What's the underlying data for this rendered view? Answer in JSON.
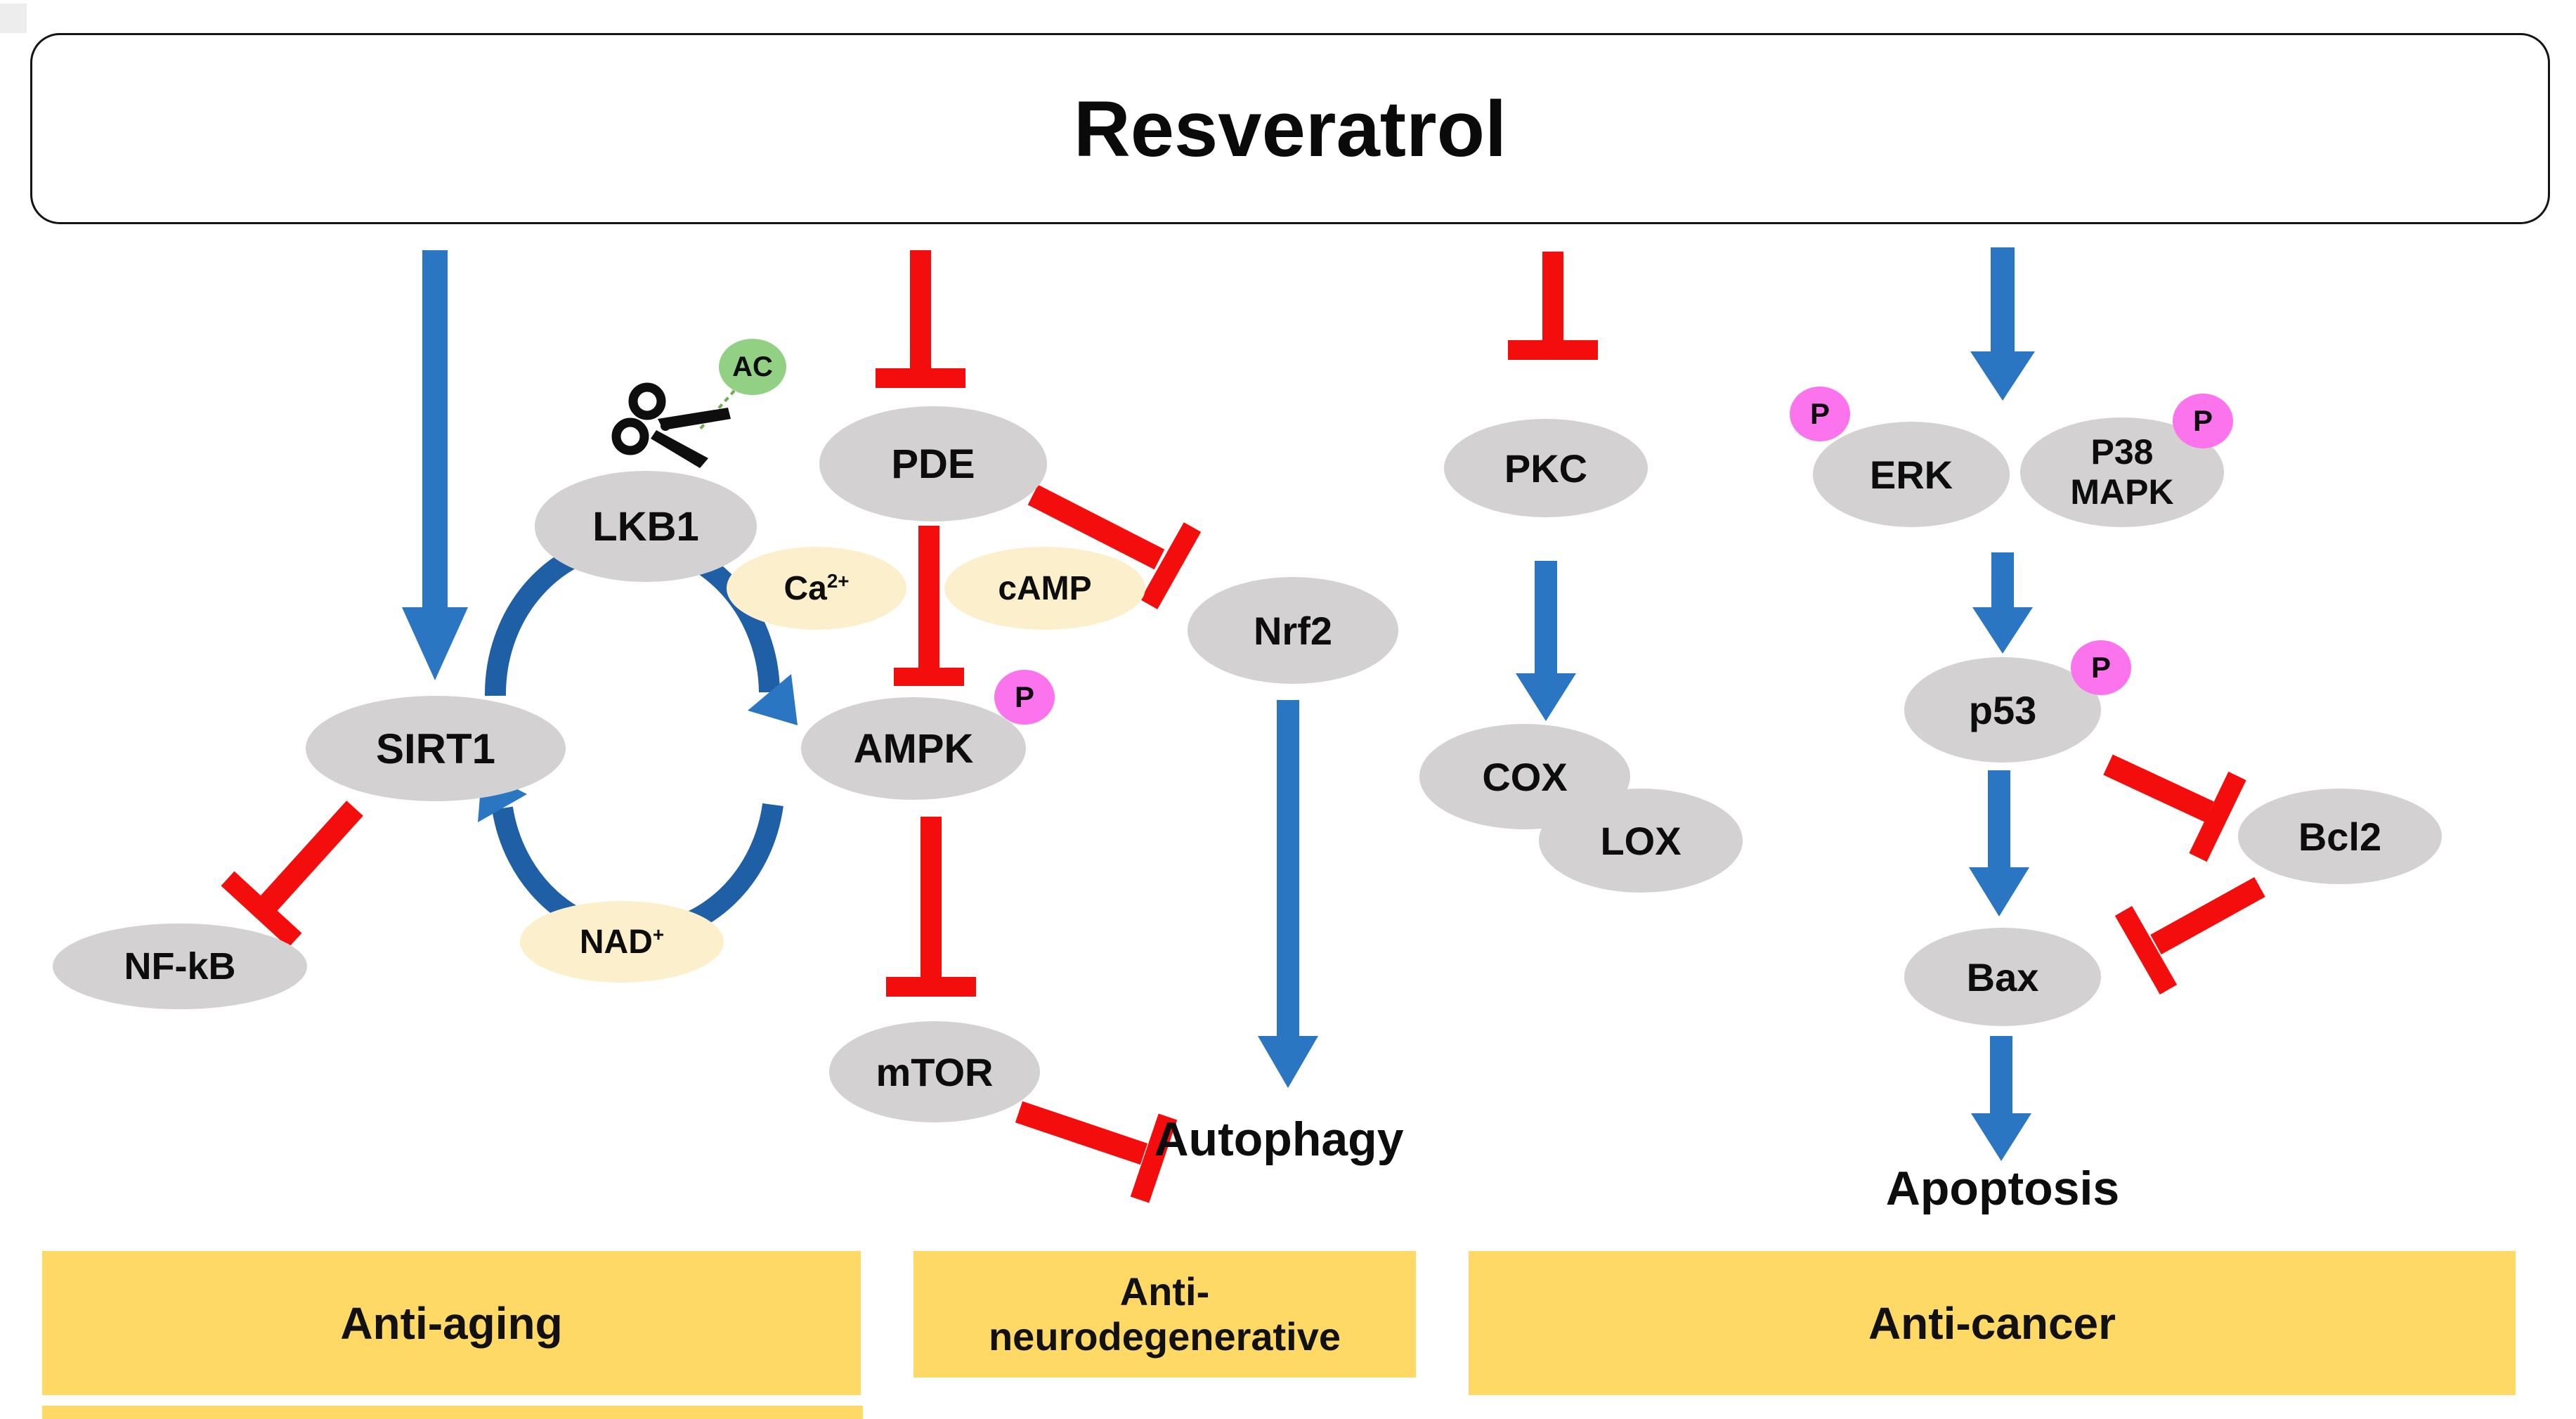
{
  "title": "Resveratrol",
  "nodes": {
    "pde": "PDE",
    "lkb1": "LKB1",
    "sirt1": "SIRT1",
    "ampk": "AMPK",
    "nrf2": "Nrf2",
    "pkc": "PKC",
    "cox": "COX",
    "lox": "LOX",
    "erk": "ERK",
    "p38_line1": "P38",
    "p38_line2": "MAPK",
    "p53": "p53",
    "bcl2": "Bcl2",
    "bax": "Bax",
    "nfkb": "NF-kB",
    "mtor": "mTOR"
  },
  "metabolites": {
    "ca_base": "Ca",
    "ca_sup": "2+",
    "camp": "cAMP",
    "nad_base": "NAD",
    "nad_sup": "+"
  },
  "badges": {
    "adenylyl_cyclase": "AC",
    "phospho": "P"
  },
  "outcomes": {
    "autophagy": "Autophagy",
    "apoptosis": "Apoptosis"
  },
  "categories": {
    "anti_aging": "Anti-aging",
    "anti_neuro_line1": "Anti-",
    "anti_neuro_line2": "neurodegenerative",
    "anti_cancer": "Anti-cancer"
  },
  "colors": {
    "activation_blue": "#2b76c2",
    "cycle_blue": "#1e5fa5",
    "inhibition_red": "#f40d0d",
    "node_gray": "#d3d1d1",
    "metabolite_cream": "#fcf0cc",
    "phospho_pink": "#fc73ee",
    "enzyme_green": "#92d184",
    "category_gold": "#ffd966"
  },
  "edges": [
    {
      "from": "Resveratrol",
      "to": "SIRT1",
      "effect": "activation"
    },
    {
      "from": "Resveratrol",
      "to": "PDE",
      "effect": "inhibition"
    },
    {
      "from": "Resveratrol",
      "to": "PKC",
      "effect": "inhibition"
    },
    {
      "from": "Resveratrol",
      "to": "ERK / P38 MAPK",
      "effect": "activation"
    },
    {
      "from": "PDE",
      "to": "Nrf2",
      "effect": "inhibition"
    },
    {
      "from": "PDE",
      "to": "AMPK",
      "effect": "inhibition"
    },
    {
      "from": "SIRT1",
      "to": "AMPK",
      "effect": "activation-cycle"
    },
    {
      "from": "AMPK",
      "to": "SIRT1",
      "effect": "activation-cycle"
    },
    {
      "from": "SIRT1",
      "to": "NF-kB",
      "effect": "inhibition"
    },
    {
      "from": "AMPK",
      "to": "mTOR",
      "effect": "inhibition"
    },
    {
      "from": "mTOR",
      "to": "Autophagy",
      "effect": "inhibition"
    },
    {
      "from": "Nrf2",
      "to": "Autophagy",
      "effect": "activation"
    },
    {
      "from": "PKC",
      "to": "COX / LOX",
      "effect": "activation"
    },
    {
      "from": "ERK / P38 MAPK",
      "to": "p53",
      "effect": "activation"
    },
    {
      "from": "p53",
      "to": "Bax",
      "effect": "activation"
    },
    {
      "from": "p53",
      "to": "Bcl2",
      "effect": "inhibition"
    },
    {
      "from": "Bcl2",
      "to": "Bax",
      "effect": "inhibition"
    },
    {
      "from": "p53",
      "to": "Apoptosis",
      "effect": "activation via Bax"
    },
    {
      "from": "AC",
      "to": "pathway-link",
      "effect": "cut-by-scissors"
    }
  ]
}
